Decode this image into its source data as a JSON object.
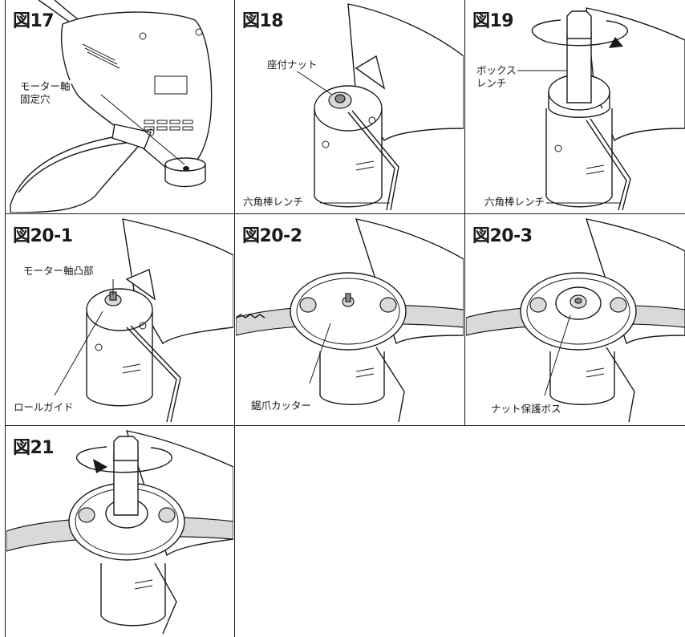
{
  "panels": [
    {
      "title": "図17",
      "labels": [
        "モーター軸\n固定穴"
      ]
    },
    {
      "title": "図18",
      "labels": [
        "座付ナット",
        "六角棒レンチ"
      ]
    },
    {
      "title": "図19",
      "labels": [
        "ボックス\nレンチ",
        "六角棒レンチ"
      ]
    },
    {
      "title": "図20-1",
      "labels": [
        "モーター軸凸部",
        "ロールガイド"
      ]
    },
    {
      "title": "図20-2",
      "labels": [
        "鋸爪カッター"
      ]
    },
    {
      "title": "図20-3",
      "labels": [
        "ナット保護ボス"
      ]
    },
    {
      "title": "図21",
      "labels": []
    }
  ],
  "colors": {
    "line": "#1a1a1a",
    "background": "#ffffff",
    "shade": "#d9d9d9"
  }
}
